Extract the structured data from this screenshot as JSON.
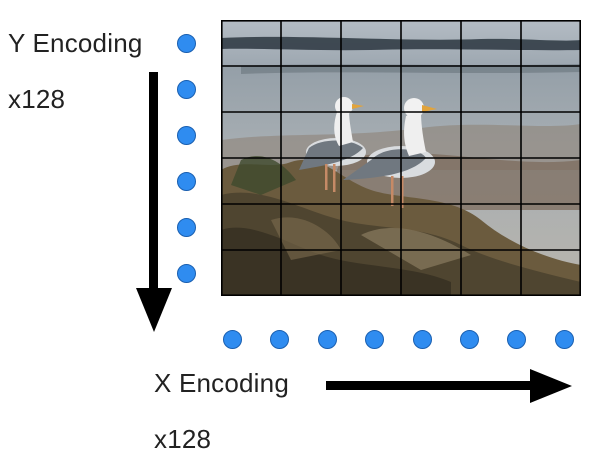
{
  "y_axis": {
    "label": "Y Encoding",
    "multiplier": "x128",
    "dot_count": 6
  },
  "x_axis": {
    "label": "X Encoding",
    "multiplier": "x128",
    "dot_count": 8
  },
  "image": {
    "subject": "two-seagulls-on-rocks",
    "grid_columns": 6,
    "grid_rows": 6
  },
  "colors": {
    "dot_fill": "#2f8cf0",
    "dot_stroke": "#1a5fb0",
    "arrow": "#000000",
    "grid": "#000000"
  }
}
